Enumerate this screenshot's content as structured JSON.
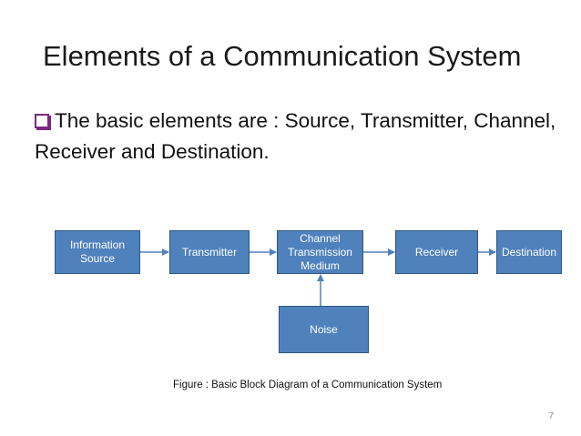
{
  "slide": {
    "title": "Elements of a Communication System",
    "bullet": "The basic elements are : Source, Transmitter, Channel, Receiver and Destination.",
    "bullet_marker_color": "#7a2a80",
    "page_number": "7"
  },
  "diagram": {
    "box_color": "#4f81bd",
    "blocks": {
      "source": [
        "Information",
        "Source"
      ],
      "transmitter": [
        "Transmitter"
      ],
      "channel": [
        "Channel",
        "Transmission",
        "Medium"
      ],
      "receiver": [
        "Receiver"
      ],
      "destination": [
        "Destination"
      ],
      "noise": [
        "Noise"
      ]
    },
    "caption": "Figure : Basic Block Diagram of a Communication System"
  }
}
